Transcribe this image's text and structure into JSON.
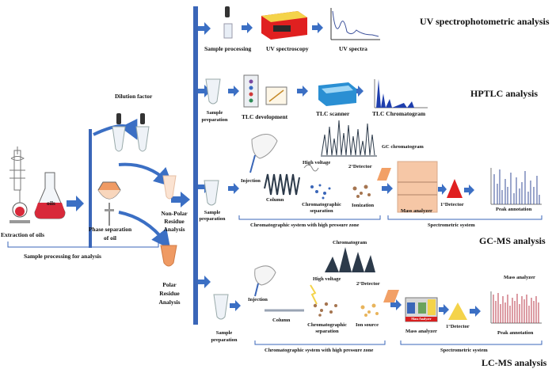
{
  "left": {
    "extraction_label": "Extraction of oils",
    "oils_label": "oils",
    "dilution_label": "Dilution factor",
    "phase_label_1": "Phase separation",
    "phase_label_2": "of oil",
    "nonpolar_1": "Non-Polar",
    "nonpolar_2": "Residue",
    "nonpolar_3": "Analysis",
    "polar_1": "Polar",
    "polar_2": "Residue",
    "polar_3": "Analysis",
    "sample_processing": "Sample processing for analysis"
  },
  "uv": {
    "title": "UV spectrophotometric analysis",
    "sample_processing": "Sample processing",
    "spectroscopy": "UV spectroscopy",
    "spectra": "UV spectra"
  },
  "hptlc": {
    "title": "HPTLC analysis",
    "sample_1": "Sample",
    "sample_2": "preparation",
    "development": "TLC development",
    "scanner": "TLC scanner",
    "chromatogram": "TLC Chromatogram"
  },
  "gcms": {
    "title": "GC-MS analysis",
    "gc_chromatogram": "GC chromatogram",
    "detector2": "2°Detector",
    "high_voltage": "High voltage",
    "injection": "Injection",
    "column": "Column",
    "chrom_sep_1": "Chromatographic",
    "chrom_sep_2": "separation",
    "ionization": "Ionization",
    "mass_analyzer": "Mass analyzer",
    "detector1": "1°Detector",
    "peak_annotation": "Peak annotation",
    "sample_1": "Sample",
    "sample_2": "preparation",
    "chrom_system": "Chromatographic system with high pressure zone",
    "spectrometric": "Spectrometric system"
  },
  "lcms": {
    "title": "LC-MS analysis",
    "chromatogram": "Chromatogram",
    "high_voltage": "High voltage",
    "detector2": "2°Detector",
    "mass_analyzer_top": "Mass analyzer",
    "injection": "Injection",
    "column": "Column",
    "chrom_sep_1": "Chromatographic",
    "chrom_sep_2": "separation",
    "ion_source": "Ion source",
    "mass_analyzer": "Mass analyzer",
    "detector1": "1°Detector",
    "peak_annotation": "Peak annotation",
    "mass_box_label": "Mass Analyzer",
    "sample_1": "Sample",
    "sample_2": "preparation",
    "chrom_system": "Chromatographic system with high pressure zone",
    "spectrometric": "Spectrometric system"
  },
  "colors": {
    "arrow_blue": "#3b6fc4",
    "bar_blue": "#3a66b8",
    "peach": "#f6c7a6",
    "orange": "#ef9a63",
    "red": "#e02020",
    "yellow": "#f4d34a",
    "chrom_gray": "#2c3a4a"
  }
}
